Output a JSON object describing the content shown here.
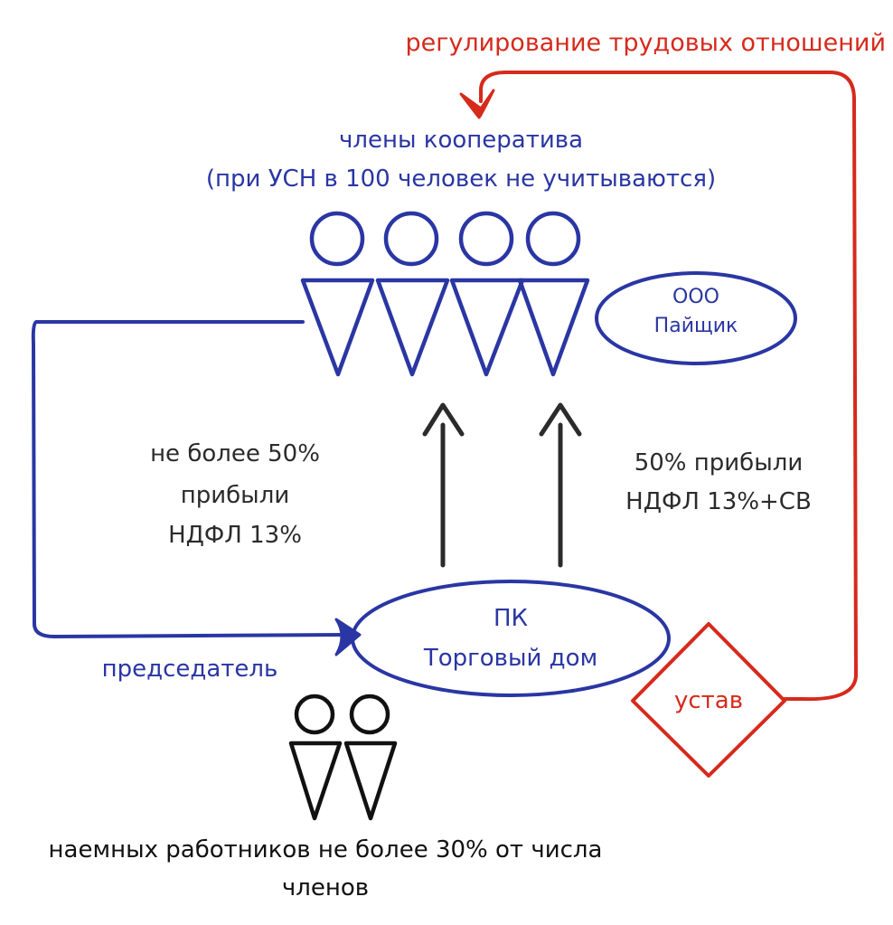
{
  "colors": {
    "blue": "#2a36a3",
    "red": "#d62a1c",
    "dark": "#2b2b2b",
    "black": "#111111"
  },
  "labels": {
    "regulation": "регулирование трудовых отношений",
    "members_line1": "члены кооператива",
    "members_line2": "(при УСН в 100 человек не учитываются)",
    "ooo_line1": "ООО",
    "ooo_line2": "Пайщик",
    "left_line1": "не более 50%",
    "left_line2": "прибыли",
    "left_line3": "НДФЛ 13%",
    "right_line1": "50% прибыли",
    "right_line2": "НДФЛ 13%+СВ",
    "pk_line1": "ПК",
    "pk_line2": "Торговый дом",
    "chairman": "председатель",
    "charter": "устав",
    "workers_line1": "наемных работников не более 30% от числа",
    "workers_line2": "членов"
  },
  "figures": {
    "members_count": 4,
    "workers_count": 2,
    "member_icon": "person-icon",
    "worker_icon": "person-icon"
  }
}
